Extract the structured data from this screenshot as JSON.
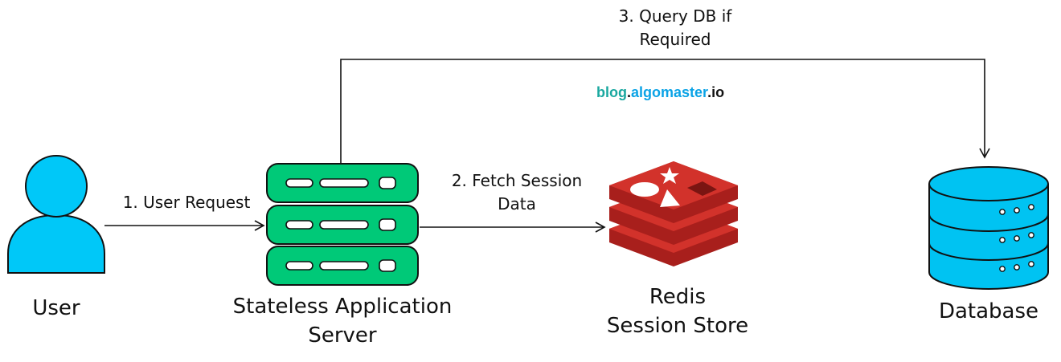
{
  "nodes": {
    "user": {
      "label": "User"
    },
    "app_server": {
      "label_line1": "Stateless Application",
      "label_line2": "Server"
    },
    "redis": {
      "label_line1": "Redis",
      "label_line2": "Session Store"
    },
    "database": {
      "label": "Database"
    }
  },
  "edges": {
    "user_request": {
      "label": "1. User Request"
    },
    "fetch_session": {
      "label_line1": "2. Fetch Session",
      "label_line2": "Data"
    },
    "query_db": {
      "label_line1": "3. Query DB if",
      "label_line2": "Required"
    }
  },
  "watermark": {
    "part1": "blog",
    "dot1": ".",
    "part2": "algomaster",
    "dot2": ".",
    "part3": "io"
  },
  "colors": {
    "user_fill": "#00c8f8",
    "server_fill": "#00c978",
    "redis_red": "#d2322b",
    "redis_dark": "#a81f1c",
    "database_fill": "#00c3f2",
    "brand_teal": "#1aa8a0",
    "brand_blue": "#0ba3e6",
    "brand_dark": "#111111"
  }
}
